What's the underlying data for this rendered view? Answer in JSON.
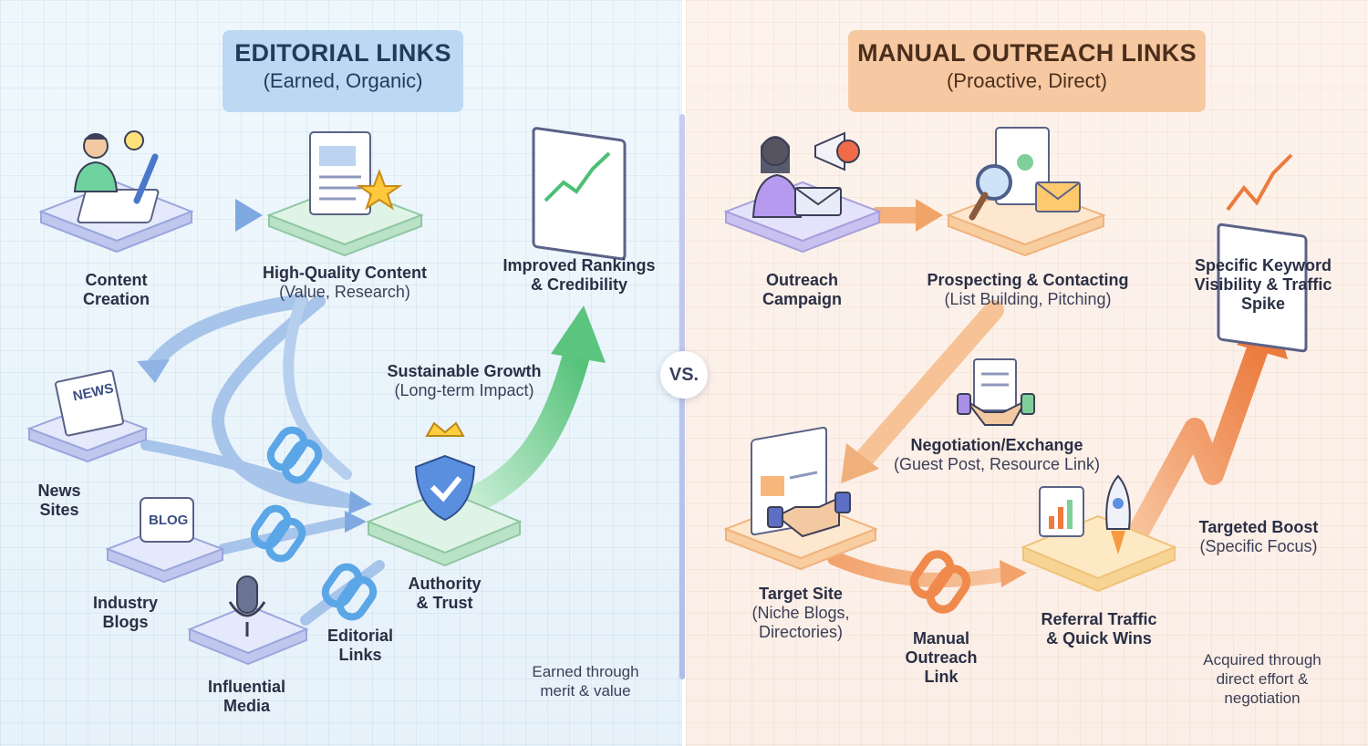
{
  "left": {
    "title": "EDITORIAL LINKS",
    "subtitle": "(Earned, Organic)",
    "nodes": {
      "content_creation": "Content\nCreation",
      "high_quality_content": "High-Quality Content",
      "high_quality_sub": "(Value, Research)",
      "improved_rankings": "Improved Rankings\n& Credibility",
      "sustainable_growth": "Sustainable Growth",
      "sustainable_sub": "(Long-term Impact)",
      "news_sites": "News\nSites",
      "industry_blogs": "Industry\nBlogs",
      "influential_media": "Influential\nMedia",
      "editorial_links": "Editorial\nLinks",
      "authority_trust": "Authority\n& Trust"
    },
    "icon_text": {
      "news": "NEWS",
      "blog": "BLOG"
    },
    "footer": "Earned through\nmerit & value"
  },
  "vs": "VS.",
  "right": {
    "title": "MANUAL OUTREACH LINKS",
    "subtitle": "(Proactive, Direct)",
    "nodes": {
      "outreach_campaign": "Outreach\nCampaign",
      "prospecting": "Prospecting & Contacting",
      "prospecting_sub": "(List Building, Pitching)",
      "keyword_visibility": "Specific Keyword\nVisibility & Traffic Spike",
      "negotiation": "Negotiation/Exchange",
      "negotiation_sub": "(Guest Post, Resource Link)",
      "target_site": "Target Site",
      "target_site_sub": "(Niche Blogs,\nDirectories)",
      "manual_outreach_link": "Manual\nOutreach\nLink",
      "referral_traffic": "Referral Traffic\n& Quick Wins",
      "targeted_boost": "Targeted Boost",
      "targeted_boost_sub": "(Specific Focus)"
    },
    "footer": "Acquired through\ndirect effort &\nnegotiation"
  },
  "colors": {
    "left_accent": "#7aa6df",
    "left_title_bg": "#bcd8f3",
    "green_arrow": "#6fcf8f",
    "right_accent": "#f3a466",
    "right_title_bg": "#f7c9a2",
    "orange_arrow": "#ee8a4e"
  }
}
